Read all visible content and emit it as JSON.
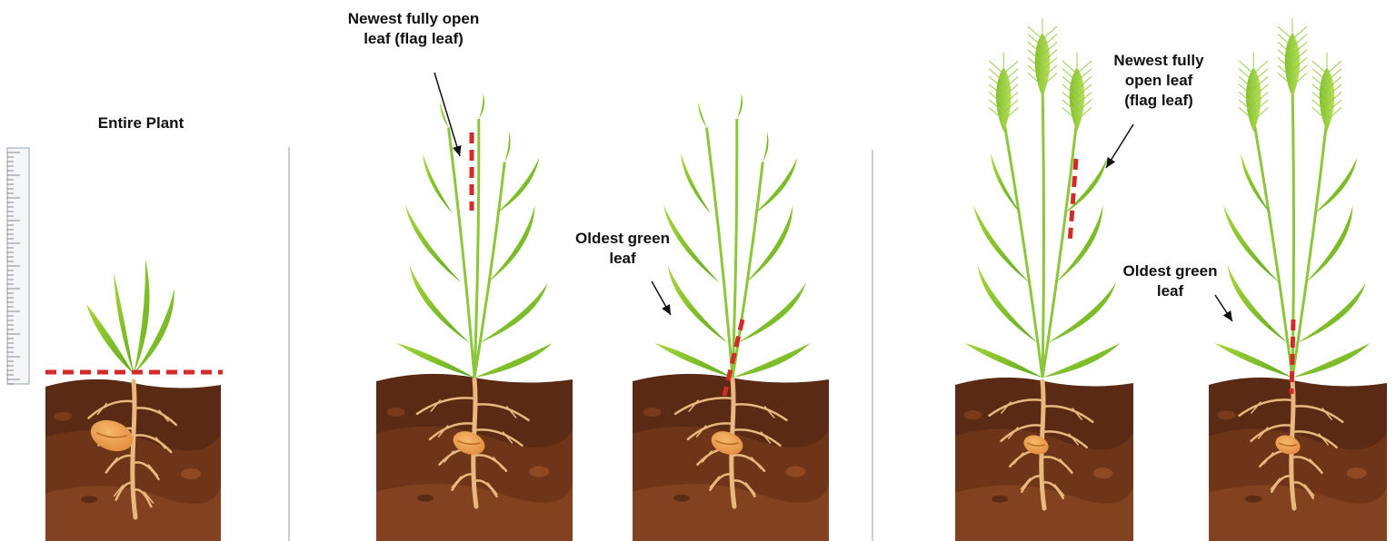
{
  "labels": {
    "entire_plant": "Entire Plant",
    "flag_leaf_stage2": "Newest fully open\nleaf (flag leaf)",
    "oldest_leaf_stage2": "Oldest green\nleaf",
    "flag_leaf_stage3": "Newest fully\nopen leaf\n(flag leaf)",
    "oldest_leaf_stage3": "Oldest green\nleaf"
  },
  "colors": {
    "soil_dark": "#5a2a14",
    "soil_mid": "#6e3519",
    "soil_light": "#82421f",
    "root": "#e8b87e",
    "seed": "#e08a3c",
    "leaf_light": "#a6d63a",
    "leaf_dark": "#5faa1e",
    "cut_line": "#d32a2a",
    "divider": "#cfcfcf",
    "arrow": "#111111"
  },
  "icons": [
    "ruler-icon",
    "seedling-plant",
    "tillering-plant",
    "headed-plant",
    "cut-line",
    "callout-arrow"
  ]
}
